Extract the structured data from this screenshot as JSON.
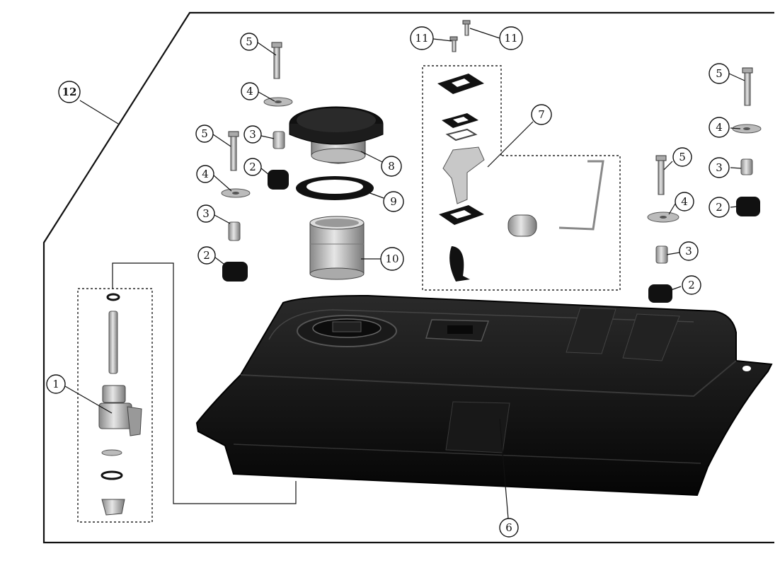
{
  "diagram": {
    "callouts": {
      "c12": "12",
      "c5a": "5",
      "c4a": "4",
      "c5b": "5",
      "c3a": "3",
      "c2a": "2",
      "c4b": "4",
      "c3b": "3",
      "c2b": "2",
      "c8": "8",
      "c9": "9",
      "c10": "10",
      "c11a": "11",
      "c11b": "11",
      "c7": "7",
      "c5c": "5",
      "c4c": "4",
      "c3c": "3",
      "c2c": "2",
      "c5d": "5",
      "c4d": "4",
      "c3d": "3",
      "c2d": "2",
      "c1": "1",
      "c6": "6"
    }
  }
}
